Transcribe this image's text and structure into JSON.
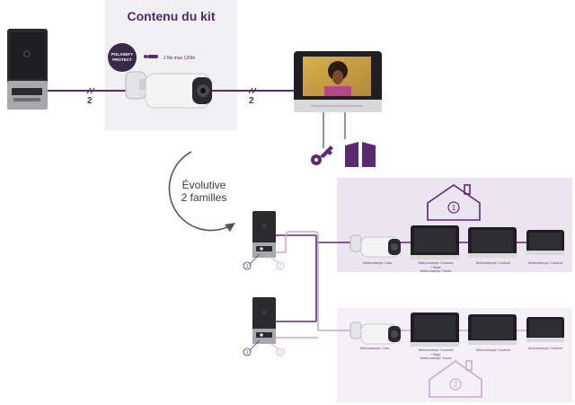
{
  "kit": {
    "title": "Contenu du kit",
    "cable_label": "2 fils max 120m",
    "badge_line1": "POLASEFY",
    "badge_line2": "PROTECT",
    "wire_count_left": "2",
    "wire_count_right": "2"
  },
  "evolution": {
    "line1": "Évolutive",
    "line2": "2 familles"
  },
  "family1": {
    "number": "1",
    "labels": {
      "camera": "Welcomeeye Cam",
      "connect_l1": "Welcomeeye Connect",
      "connect_l2": "+Style",
      "connect_l3": "Welcomeeye Touch",
      "comfort1": "Welcomeeye Comfort",
      "comfort2": "Welcomeeye Comfort"
    }
  },
  "family2": {
    "number": "2",
    "labels": {
      "camera": "Welcomeeye Cam",
      "connect_l1": "Welcomeeye Connect",
      "connect_l2": "+Style",
      "connect_l3": "Welcomeeye Touch",
      "comfort1": "Welcomeeye Comfort",
      "comfort2": "Welcomeeye Comfort"
    }
  },
  "panel_buttons": {
    "upper_1": "1",
    "upper_2": "2",
    "lower_1": "1",
    "lower_2": "2"
  },
  "colors": {
    "purple_dark": "#5a2a6e",
    "purple_mid": "#8a5aa0",
    "purple_light": "#c8a8d4",
    "panel_grey": "#f0eff1",
    "family1_bg": "#ece4f0",
    "family2_bg": "#f5eff8"
  }
}
